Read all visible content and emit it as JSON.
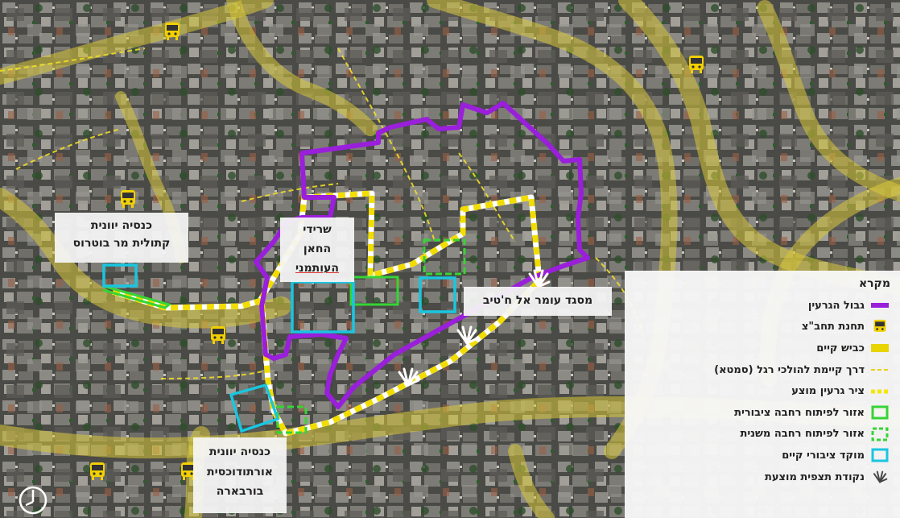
{
  "map": {
    "labels": {
      "greek_catholic": [
        "כנסיה יוונית",
        "קתולית מר בוטרוס"
      ],
      "ottoman_khan": [
        "שרידי",
        "החאן",
        "העותמני"
      ],
      "omar_mosque": "מסגד עומר אל ח'טיב",
      "greek_orthodox": [
        "כנסיה יוונית",
        "אורתודוכסית",
        "בורבארה"
      ]
    },
    "icons": [
      "bus-stop-icon",
      "viewpoint-icon",
      "north-arrow-icon"
    ]
  },
  "legend": {
    "title": "מקרא",
    "items": [
      {
        "label": "גבול הגרעין",
        "icon": "core-boundary-swatch",
        "color": "#8a1ecf"
      },
      {
        "label": "תחנת תחב\"צ",
        "icon": "bus-stop-icon",
        "color": "#f2d000"
      },
      {
        "label": "כביש קיים",
        "icon": "existing-road-swatch",
        "color": "#e8d400"
      },
      {
        "label": "דרך קיימת להולכי רגל (סמטא)",
        "icon": "pedestrian-path-swatch",
        "color": "#e8d400"
      },
      {
        "label": "ציר גרעין מוצע",
        "icon": "proposed-axis-swatch",
        "color": "#f5e600"
      },
      {
        "label": "אזור לפיתוח רחבה ציבורית",
        "icon": "public-plaza-swatch",
        "color": "#3ad13a"
      },
      {
        "label": "אזור לפיתוח רחבה משנית",
        "icon": "secondary-plaza-swatch",
        "color": "#3ad13a"
      },
      {
        "label": "מוקד ציבורי קיים",
        "icon": "public-focus-swatch",
        "color": "#19c6e0"
      },
      {
        "label": "נקודת תצפית מוצעת",
        "icon": "viewpoint-icon",
        "color": "#ffffff"
      }
    ]
  }
}
